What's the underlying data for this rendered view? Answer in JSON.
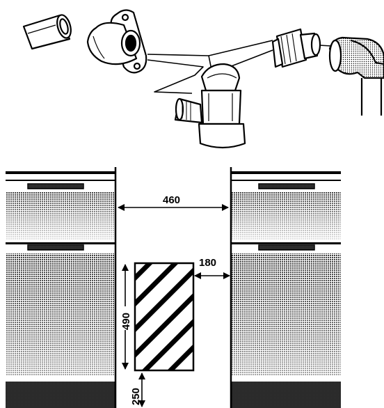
{
  "figure": {
    "top_illustration": {
      "parts": [
        "pipe",
        "wall-flange-elbow",
        "angle-valve",
        "compression-fitting",
        "pipe-elbow"
      ]
    },
    "bottom_diagram": {
      "dimensions": {
        "gap_width": "460",
        "side_clearance": "180",
        "panel_height": "490",
        "bottom_clearance": "250"
      }
    }
  }
}
